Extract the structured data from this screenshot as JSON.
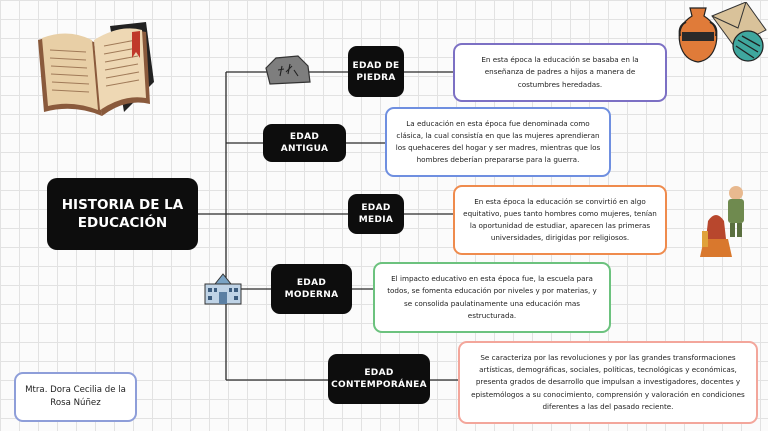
{
  "main_title": "HISTORIA DE LA EDUCACIÓN",
  "eras": [
    {
      "label": "EDAD DE PIEDRA",
      "description": "En esta época la educación se basaba en la enseñanza de padres a hijos a manera de costumbres heredadas.",
      "border_color": "#7c70c4"
    },
    {
      "label": "EDAD ANTIGUA",
      "description": "La educación en esta época fue denominada como clásica, la cual consistía en que las mujeres aprendieran los quehaceres del hogar y ser madres, mientras que los hombres deberían prepararse para la guerra.",
      "border_color": "#6f8fe0"
    },
    {
      "label": "EDAD MEDIA",
      "description": "En esta época la educación se convirtió en algo equitativo, pues tanto hombres como mujeres, tenían la oportunidad de estudiar, aparecen las primeras universidades, dirigidas por religiosos.",
      "border_color": "#ef8b4d"
    },
    {
      "label": "EDAD MODERNA",
      "description": "El impacto educativo en esta época fue, la escuela para todos, se fomenta educación por niveles y por materias, y se consolida paulatinamente una educación mas estructurada.",
      "border_color": "#6cc27e"
    },
    {
      "label": "EDAD CONTEMPORÁNEA",
      "description": "Se caracteriza por las revoluciones y por las grandes transformaciones artísticas, demográficas, sociales, políticas, tecnológicas y económicas, presenta grados de desarrollo que impulsan a investigadores, docentes y epistemólogos a su conocimiento, comprensión y valoración en condiciones diferentes a las del pasado reciente.",
      "border_color": "#f3a69b"
    }
  ],
  "author": "Mtra. Dora Cecilia de la Rosa Núñez",
  "icons": {
    "book": "open-book-icon",
    "stone": "stone-tablet-icon",
    "vase": "greek-vase-icon",
    "people": "medieval-people-icon",
    "building": "school-building-icon"
  }
}
